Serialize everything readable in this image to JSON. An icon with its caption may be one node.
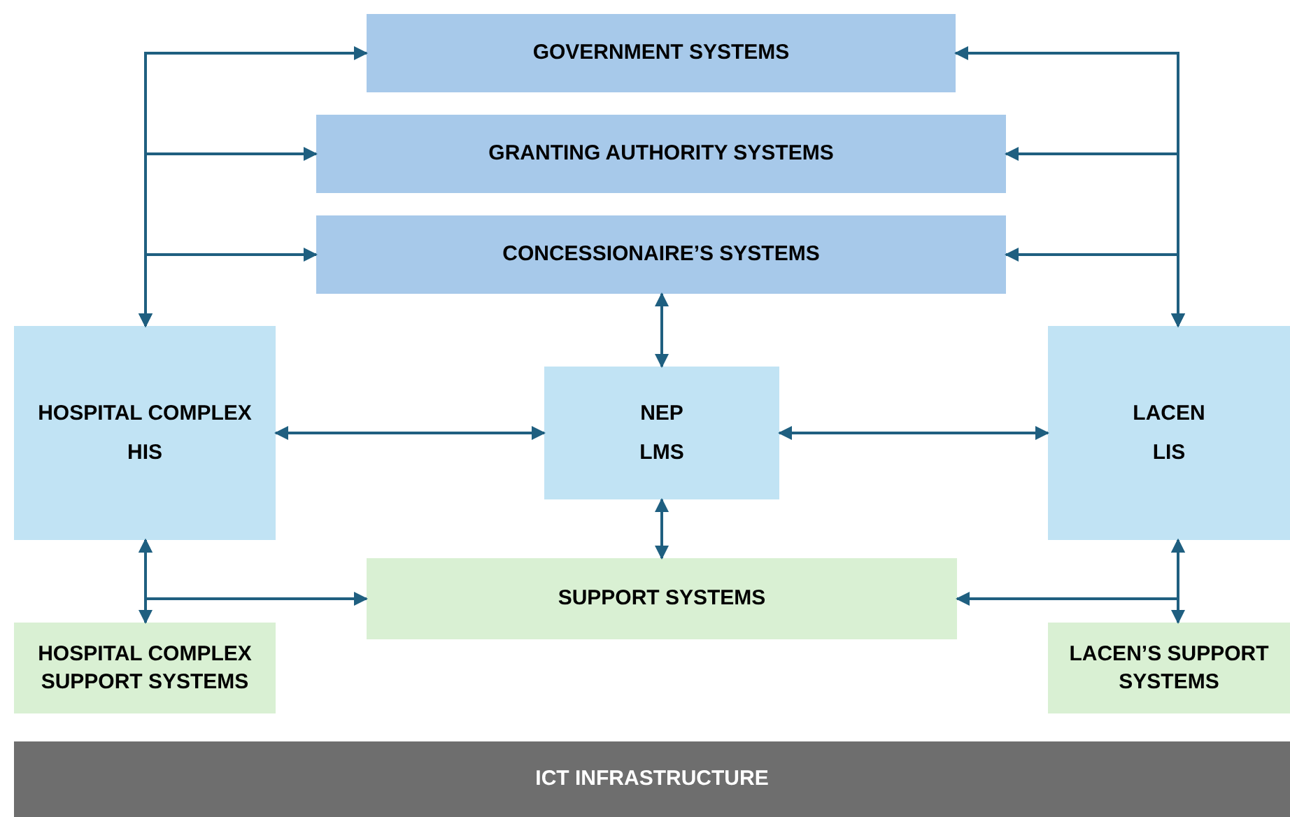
{
  "diagram": {
    "nodes": [
      {
        "text": [
          "GOVERNMENT SYSTEMS"
        ]
      },
      {
        "text": [
          "GRANTING AUTHORITY SYSTEMS"
        ]
      },
      {
        "text": [
          "CONCESSIONAIRE’S SYSTEMS"
        ]
      },
      {
        "text": [
          "HOSPITAL COMPLEX",
          "HIS"
        ]
      },
      {
        "text": [
          "NEP",
          "LMS"
        ]
      },
      {
        "text": [
          "LACEN",
          "LIS"
        ]
      },
      {
        "text": [
          "SUPPORT SYSTEMS"
        ]
      },
      {
        "text": [
          "HOSPITAL COMPLEX SUPPORT SYSTEMS"
        ]
      },
      {
        "text": [
          "LACEN’S SUPPORT SYSTEMS"
        ]
      },
      {
        "text": [
          "ICT INFRASTRUCTURE"
        ]
      }
    ],
    "edges": [
      {
        "from": 3,
        "to": 0,
        "arrow": "both"
      },
      {
        "from": 3,
        "to": 1,
        "arrow": "both"
      },
      {
        "from": 3,
        "to": 2,
        "arrow": "both"
      },
      {
        "from": 5,
        "to": 0,
        "arrow": "both"
      },
      {
        "from": 5,
        "to": 1,
        "arrow": "both"
      },
      {
        "from": 5,
        "to": 2,
        "arrow": "both"
      },
      {
        "from": 4,
        "to": 2,
        "arrow": "both"
      },
      {
        "from": 3,
        "to": 4,
        "arrow": "both"
      },
      {
        "from": 4,
        "to": 5,
        "arrow": "both"
      },
      {
        "from": 4,
        "to": 6,
        "arrow": "both"
      },
      {
        "from": 3,
        "to": 7,
        "arrow": "both"
      },
      {
        "from": 3,
        "to": 6,
        "arrow": "both"
      },
      {
        "from": 5,
        "to": 8,
        "arrow": "both"
      },
      {
        "from": 5,
        "to": 6,
        "arrow": "both"
      }
    ]
  }
}
